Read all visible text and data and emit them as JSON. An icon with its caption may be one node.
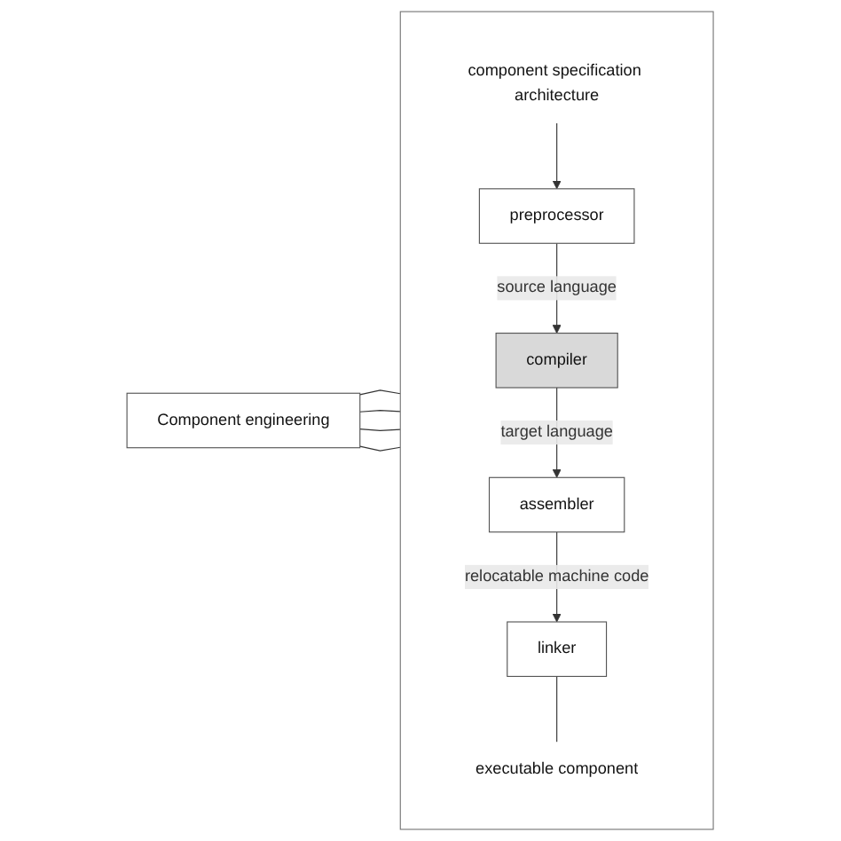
{
  "diagram": {
    "nodes": [
      {
        "text": [],
        "shape": "box"
      },
      {
        "text": [
          "component specification architecture"
        ],
        "in": 0
      },
      {
        "text": [
          "preprocessor"
        ],
        "in": 0
      },
      {
        "text": [
          "compiler"
        ],
        "in": 0
      },
      {
        "text": [
          "assembler"
        ],
        "in": 0
      },
      {
        "text": [
          "linker"
        ],
        "in": 0
      },
      {
        "text": [
          "executable component"
        ],
        "in": 0
      },
      {
        "text": [
          "Component engineering"
        ]
      }
    ],
    "edges": [
      {
        "from": 1,
        "to": 2,
        "arrow": "to"
      },
      {
        "from": 2,
        "to": 3,
        "label": "source language",
        "arrow": "to"
      },
      {
        "from": 3,
        "to": 4,
        "label": "target  language",
        "arrow": "to"
      },
      {
        "from": 4,
        "to": 5,
        "label": "relocatable machine code",
        "arrow": "to"
      },
      {
        "from": 5,
        "to": 6,
        "arrow": "none"
      },
      {
        "from": 7,
        "to": 0,
        "arrow": "none"
      },
      {
        "from": 7,
        "to": 0,
        "arrow": "none"
      },
      {
        "from": 7,
        "to": 0,
        "arrow": "none"
      },
      {
        "from": 7,
        "to": 0,
        "arrow": "none"
      }
    ]
  }
}
